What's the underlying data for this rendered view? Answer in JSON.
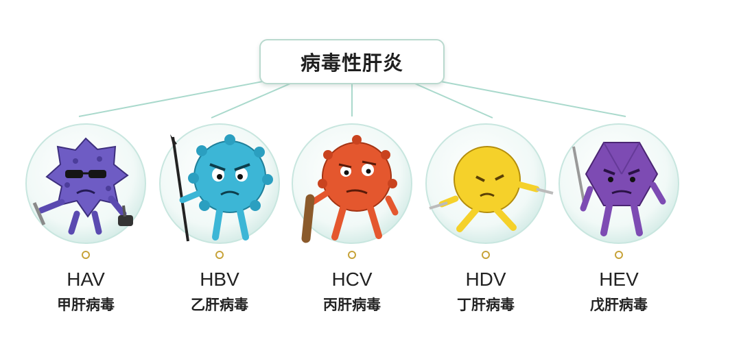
{
  "title": "病毒性肝炎",
  "viruses": [
    {
      "code": "HAV",
      "name": "甲肝病毒",
      "icon": "hav-virus-icon",
      "color": "#6e5cc4"
    },
    {
      "code": "HBV",
      "name": "乙肝病毒",
      "icon": "hbv-virus-icon",
      "color": "#3cb6d6"
    },
    {
      "code": "HCV",
      "name": "丙肝病毒",
      "icon": "hcv-virus-icon",
      "color": "#e4572e"
    },
    {
      "code": "HDV",
      "name": "丁肝病毒",
      "icon": "hdv-virus-icon",
      "color": "#f5d12a"
    },
    {
      "code": "HEV",
      "name": "戊肝病毒",
      "icon": "hev-virus-icon",
      "color": "#7d4bb3"
    }
  ]
}
